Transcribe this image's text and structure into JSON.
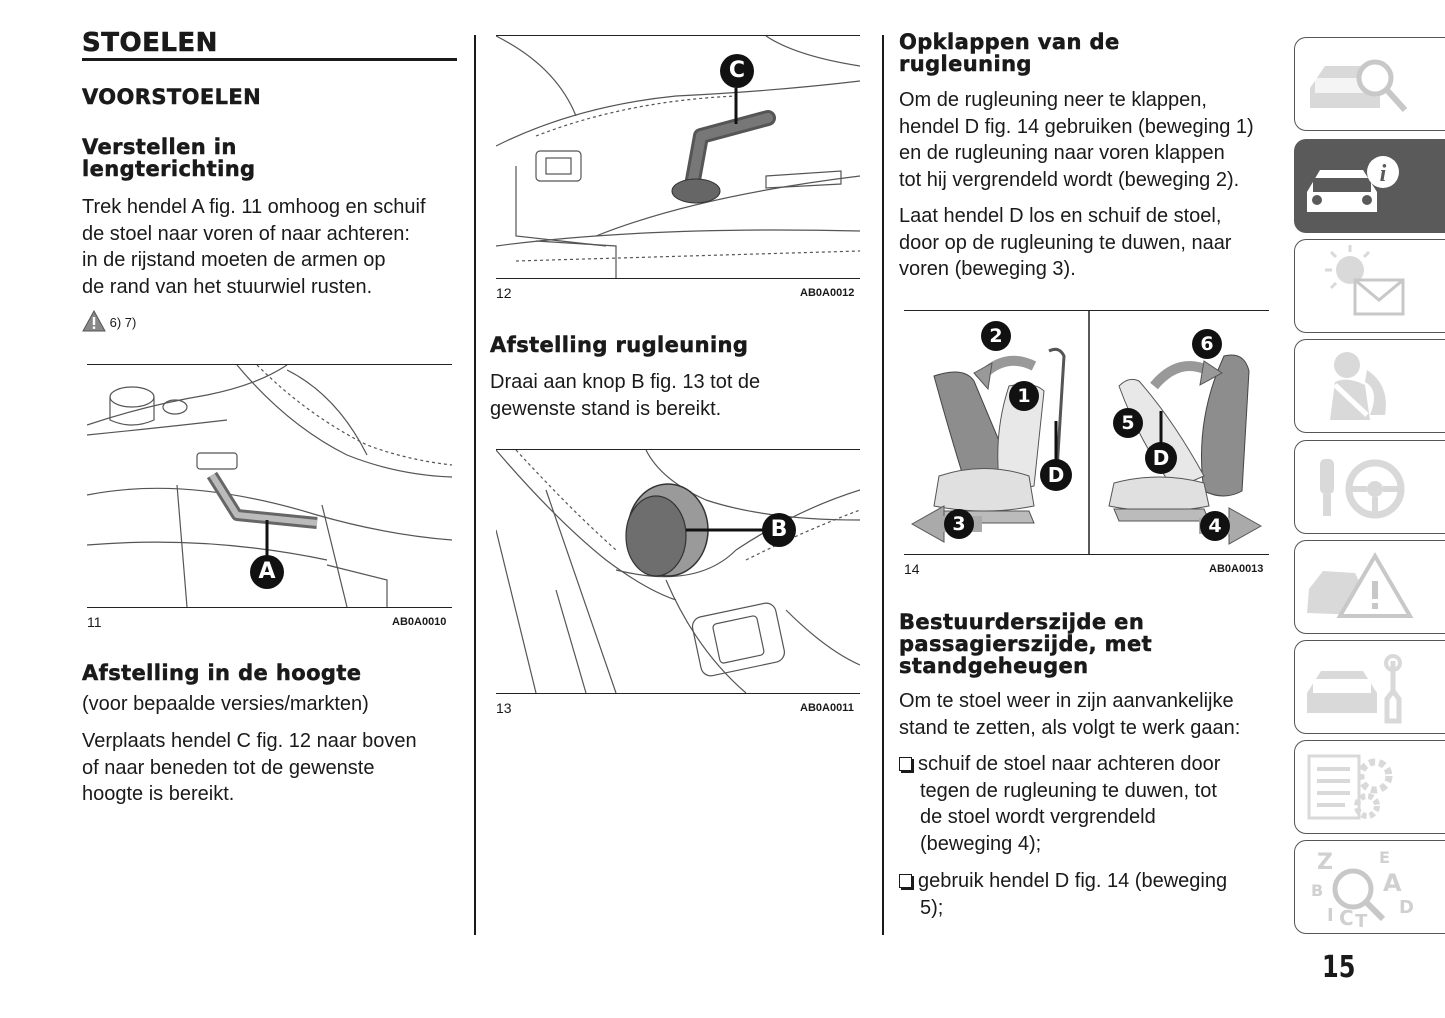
{
  "col1": {
    "title": "STOELEN",
    "subtitle": "VOORSTOELEN",
    "section1_heading_l1": "Verstellen in",
    "section1_heading_l2": "lengterichting",
    "section1_text": [
      "Trek hendel A fig. 11 omhoog en schuif",
      "de stoel naar voren of naar achteren:",
      "in de rijstand moeten de armen op",
      "de rand van het stuurwiel rusten."
    ],
    "warning_refs": "6) 7)",
    "fig11": {
      "number": "11",
      "code": "AB0A0010",
      "callout": "A"
    },
    "section2_heading": "Afstelling in de hoogte",
    "section2_note": "(voor bepaalde versies/markten)",
    "section2_text": [
      "Verplaats hendel C fig. 12 naar boven",
      "of naar beneden tot de gewenste",
      "hoogte is bereikt."
    ]
  },
  "col2": {
    "fig12": {
      "number": "12",
      "code": "AB0A0012",
      "callout": "C"
    },
    "section_heading": "Afstelling rugleuning",
    "section_text": [
      "Draai aan knop B fig. 13 tot de",
      "gewenste stand is bereikt."
    ],
    "fig13": {
      "number": "13",
      "code": "AB0A0011",
      "callout": "B"
    }
  },
  "col3": {
    "heading_l1": "Opklappen van de",
    "heading_l2": "rugleuning",
    "para1": [
      "Om de rugleuning neer te klappen,",
      "hendel D fig. 14 gebruiken (beweging 1)",
      "en de rugleuning naar voren klappen",
      "tot hij vergrendeld wordt (beweging 2)."
    ],
    "para2": [
      "Laat hendel D los en schuif de stoel,",
      "door op de rugleuning te duwen, naar",
      "voren (beweging 3)."
    ],
    "fig14": {
      "number": "14",
      "code": "AB0A0013",
      "callouts": [
        "1",
        "2",
        "3",
        "4",
        "5",
        "6",
        "D",
        "D"
      ]
    },
    "heading2_l1": "Bestuurderszijde en",
    "heading2_l2": "passagierszijde, met",
    "heading2_l3": "standgeheugen",
    "para3": [
      "Om te stoel weer in zijn aanvankelijke",
      "stand te zetten, als volgt te werk gaan:"
    ],
    "bullets": [
      {
        "lines": [
          "schuif de stoel naar achteren door",
          "tegen de rugleuning te duwen, tot",
          "de stoel wordt vergrendeld",
          "(beweging 4);"
        ]
      },
      {
        "lines": [
          "gebruik hendel D fig. 14 (beweging",
          "5);"
        ]
      }
    ]
  },
  "sidebar": {
    "tabs": [
      {
        "name": "car-search-icon",
        "active": false
      },
      {
        "name": "car-info-icon",
        "active": true
      },
      {
        "name": "warning-light-message-icon",
        "active": false
      },
      {
        "name": "airbag-seatbelt-icon",
        "active": false
      },
      {
        "name": "key-steering-wheel-icon",
        "active": false
      },
      {
        "name": "car-emergency-icon",
        "active": false
      },
      {
        "name": "car-maintenance-icon",
        "active": false
      },
      {
        "name": "specifications-gear-icon",
        "active": false
      },
      {
        "name": "index-alphabet-icon",
        "active": false
      }
    ],
    "index_letters": [
      "Z",
      "E",
      "B",
      "A",
      "C",
      "T",
      "D",
      "I"
    ]
  },
  "page_number": "15",
  "colors": {
    "text": "#1a1a1a",
    "active_tab": "#5a5a5a",
    "figure_gray": "#8a8a8a"
  }
}
